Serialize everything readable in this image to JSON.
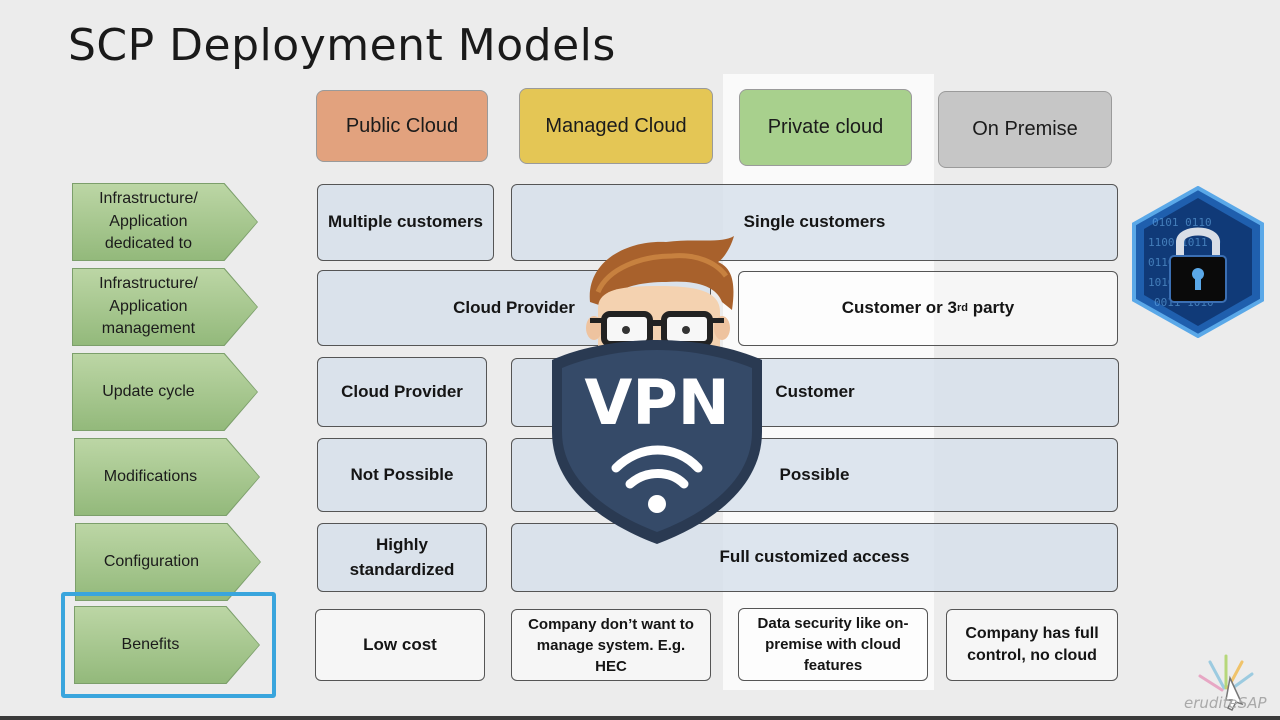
{
  "title": "SCP Deployment Models",
  "columns": [
    "Public Cloud",
    "Managed Cloud",
    "Private cloud",
    "On Premise"
  ],
  "rows": [
    "Infrastructure/ Application dedicated to",
    "Infrastructure/ Application management",
    "Update cycle",
    "Modifications",
    "Configuration",
    "Benefits"
  ],
  "cells": {
    "dedicated_public": "Multiple customers",
    "dedicated_rest": "Single customers",
    "management_cloud": "Cloud Provider",
    "management_customer_pre": "Customer or 3",
    "management_customer_sup": "rd",
    "management_customer_post": " party",
    "update_public": "Cloud Provider",
    "update_rest": "Customer",
    "mod_public": "Not Possible",
    "mod_rest": "Possible",
    "config_public": "Highly standardized",
    "config_rest": "Full customized access",
    "benefit_public": "Low cost",
    "benefit_managed": "Company don’t want to manage system. E.g. HEC",
    "benefit_private": "Data security like on-premise with cloud features",
    "benefit_onprem": "Company has full control, no cloud"
  },
  "overlay": {
    "vpn_text": "VPN"
  },
  "logo": {
    "brand": "eruditeSAP"
  },
  "colors": {
    "public": "#e2a27e",
    "managed": "#e4c655",
    "private": "#a8d08d",
    "onprem": "#c6c6c6",
    "selection": "#39a5dd"
  }
}
